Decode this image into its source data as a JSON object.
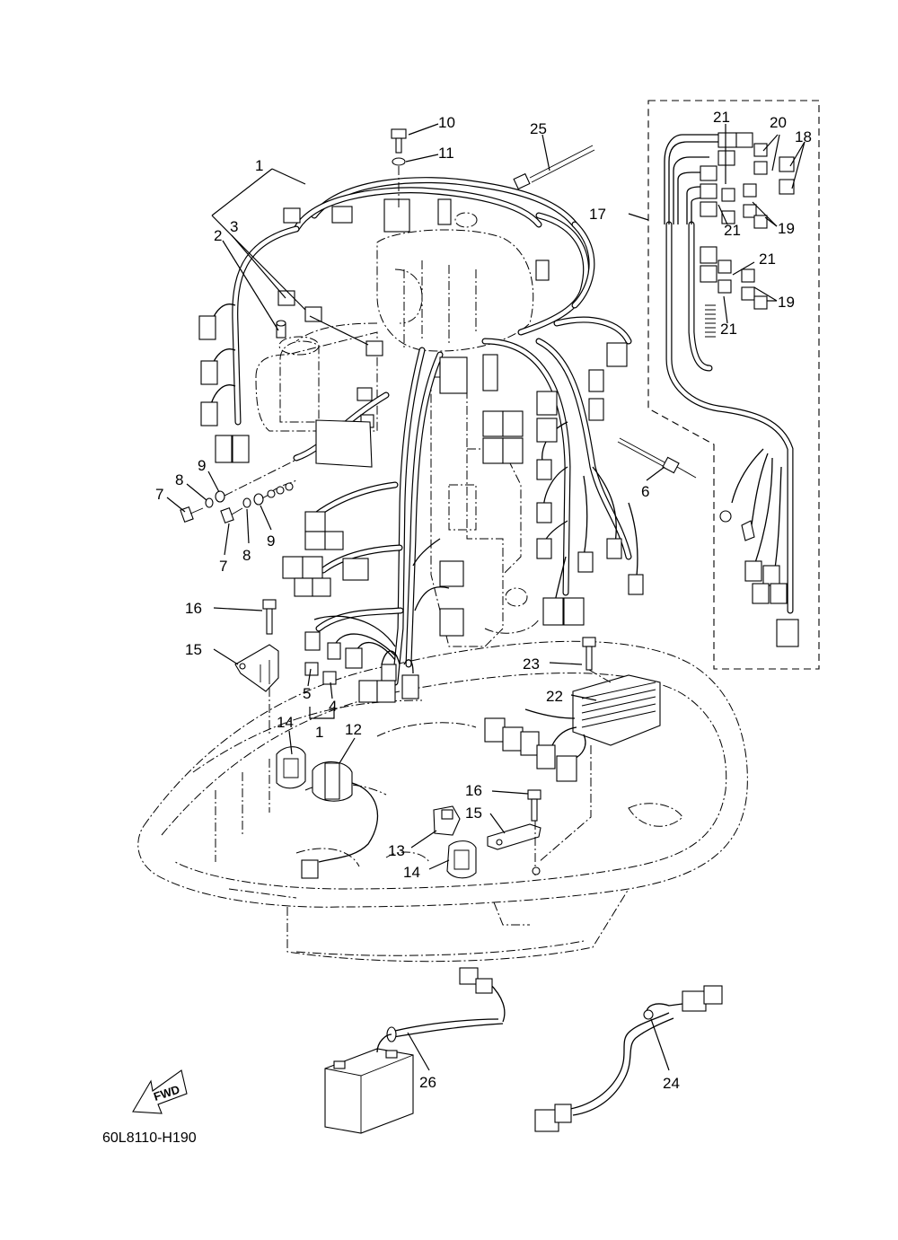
{
  "diagram": {
    "code": "60L8110-H190",
    "fwd_label": "FWD"
  },
  "callouts": [
    {
      "id": "c1-top",
      "label": "1"
    },
    {
      "id": "c2",
      "label": "2"
    },
    {
      "id": "c3",
      "label": "3"
    },
    {
      "id": "c4",
      "label": "4"
    },
    {
      "id": "c5",
      "label": "5"
    },
    {
      "id": "c1-bottom",
      "label": "1"
    },
    {
      "id": "c6",
      "label": "6"
    },
    {
      "id": "c7-left",
      "label": "7"
    },
    {
      "id": "c7-right",
      "label": "7"
    },
    {
      "id": "c8-left",
      "label": "8"
    },
    {
      "id": "c8-right",
      "label": "8"
    },
    {
      "id": "c9-left",
      "label": "9"
    },
    {
      "id": "c9-right",
      "label": "9"
    },
    {
      "id": "c10",
      "label": "10"
    },
    {
      "id": "c11",
      "label": "11"
    },
    {
      "id": "c12",
      "label": "12"
    },
    {
      "id": "c13",
      "label": "13"
    },
    {
      "id": "c14-left",
      "label": "14"
    },
    {
      "id": "c14-right",
      "label": "14"
    },
    {
      "id": "c15-left",
      "label": "15"
    },
    {
      "id": "c15-right",
      "label": "15"
    },
    {
      "id": "c16-left",
      "label": "16"
    },
    {
      "id": "c16-right",
      "label": "16"
    },
    {
      "id": "c17",
      "label": "17"
    },
    {
      "id": "c18",
      "label": "18"
    },
    {
      "id": "c19-a",
      "label": "19"
    },
    {
      "id": "c19-b",
      "label": "19"
    },
    {
      "id": "c20",
      "label": "20"
    },
    {
      "id": "c21-a",
      "label": "21"
    },
    {
      "id": "c21-b",
      "label": "21"
    },
    {
      "id": "c21-c",
      "label": "21"
    },
    {
      "id": "c21-d",
      "label": "21"
    },
    {
      "id": "c22",
      "label": "22"
    },
    {
      "id": "c23",
      "label": "23"
    },
    {
      "id": "c24",
      "label": "24"
    },
    {
      "id": "c25",
      "label": "25"
    },
    {
      "id": "c26",
      "label": "26"
    }
  ]
}
